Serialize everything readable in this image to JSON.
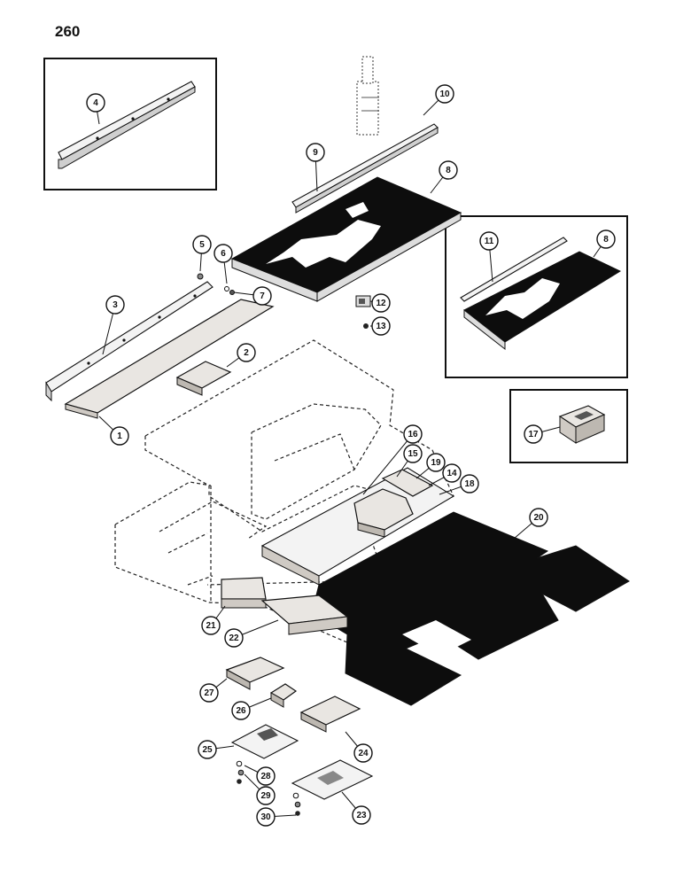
{
  "page_number": "260",
  "callouts": [
    {
      "id": "c1",
      "label": "1"
    },
    {
      "id": "c2",
      "label": "2"
    },
    {
      "id": "c3",
      "label": "3"
    },
    {
      "id": "c4",
      "label": "4"
    },
    {
      "id": "c5",
      "label": "5"
    },
    {
      "id": "c6",
      "label": "6"
    },
    {
      "id": "c7",
      "label": "7"
    },
    {
      "id": "c8a",
      "label": "8"
    },
    {
      "id": "c8b",
      "label": "8"
    },
    {
      "id": "c9",
      "label": "9"
    },
    {
      "id": "c10",
      "label": "10"
    },
    {
      "id": "c11",
      "label": "11"
    },
    {
      "id": "c12",
      "label": "12"
    },
    {
      "id": "c13",
      "label": "13"
    },
    {
      "id": "c14",
      "label": "14"
    },
    {
      "id": "c15",
      "label": "15"
    },
    {
      "id": "c16",
      "label": "16"
    },
    {
      "id": "c17",
      "label": "17"
    },
    {
      "id": "c18",
      "label": "18"
    },
    {
      "id": "c19",
      "label": "19"
    },
    {
      "id": "c20",
      "label": "20"
    },
    {
      "id": "c21",
      "label": "21"
    },
    {
      "id": "c22",
      "label": "22"
    },
    {
      "id": "c23",
      "label": "23"
    },
    {
      "id": "c24",
      "label": "24"
    },
    {
      "id": "c25",
      "label": "25"
    },
    {
      "id": "c26",
      "label": "26"
    },
    {
      "id": "c27",
      "label": "27"
    },
    {
      "id": "c28",
      "label": "28"
    },
    {
      "id": "c29",
      "label": "29"
    },
    {
      "id": "c30",
      "label": "30"
    }
  ]
}
